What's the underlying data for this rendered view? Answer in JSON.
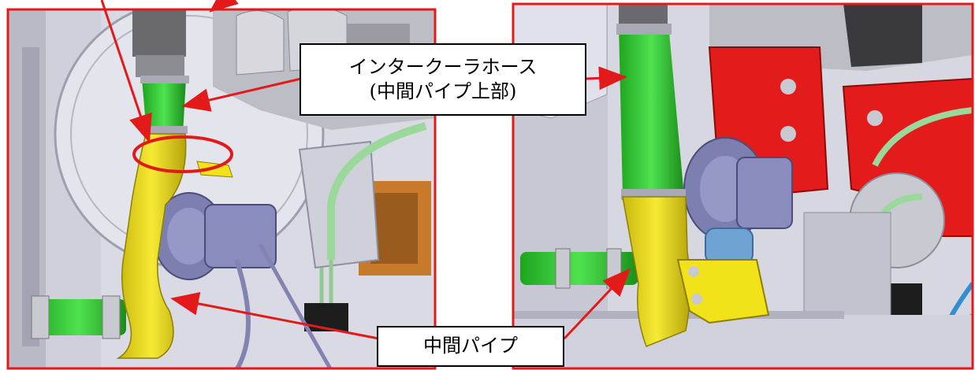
{
  "labels": {
    "intercooler_hose": "インタークーラホース",
    "intercooler_hose_sub": "(中間パイプ上部)",
    "middle_pipe": "中間パイプ"
  },
  "colors": {
    "frame_red": "#e21a1a",
    "hose_green": "#39d13a",
    "pipe_yellow": "#f2e21a",
    "bracket_red": "#e31b1b",
    "harness_green": "#9bd89b",
    "metal_grey": "#c9c9d2",
    "compressor_blue": "#7d7fb0"
  },
  "icons": {
    "leader_arrow": "arrow-icon",
    "highlight_ring": "ellipse-marker"
  }
}
